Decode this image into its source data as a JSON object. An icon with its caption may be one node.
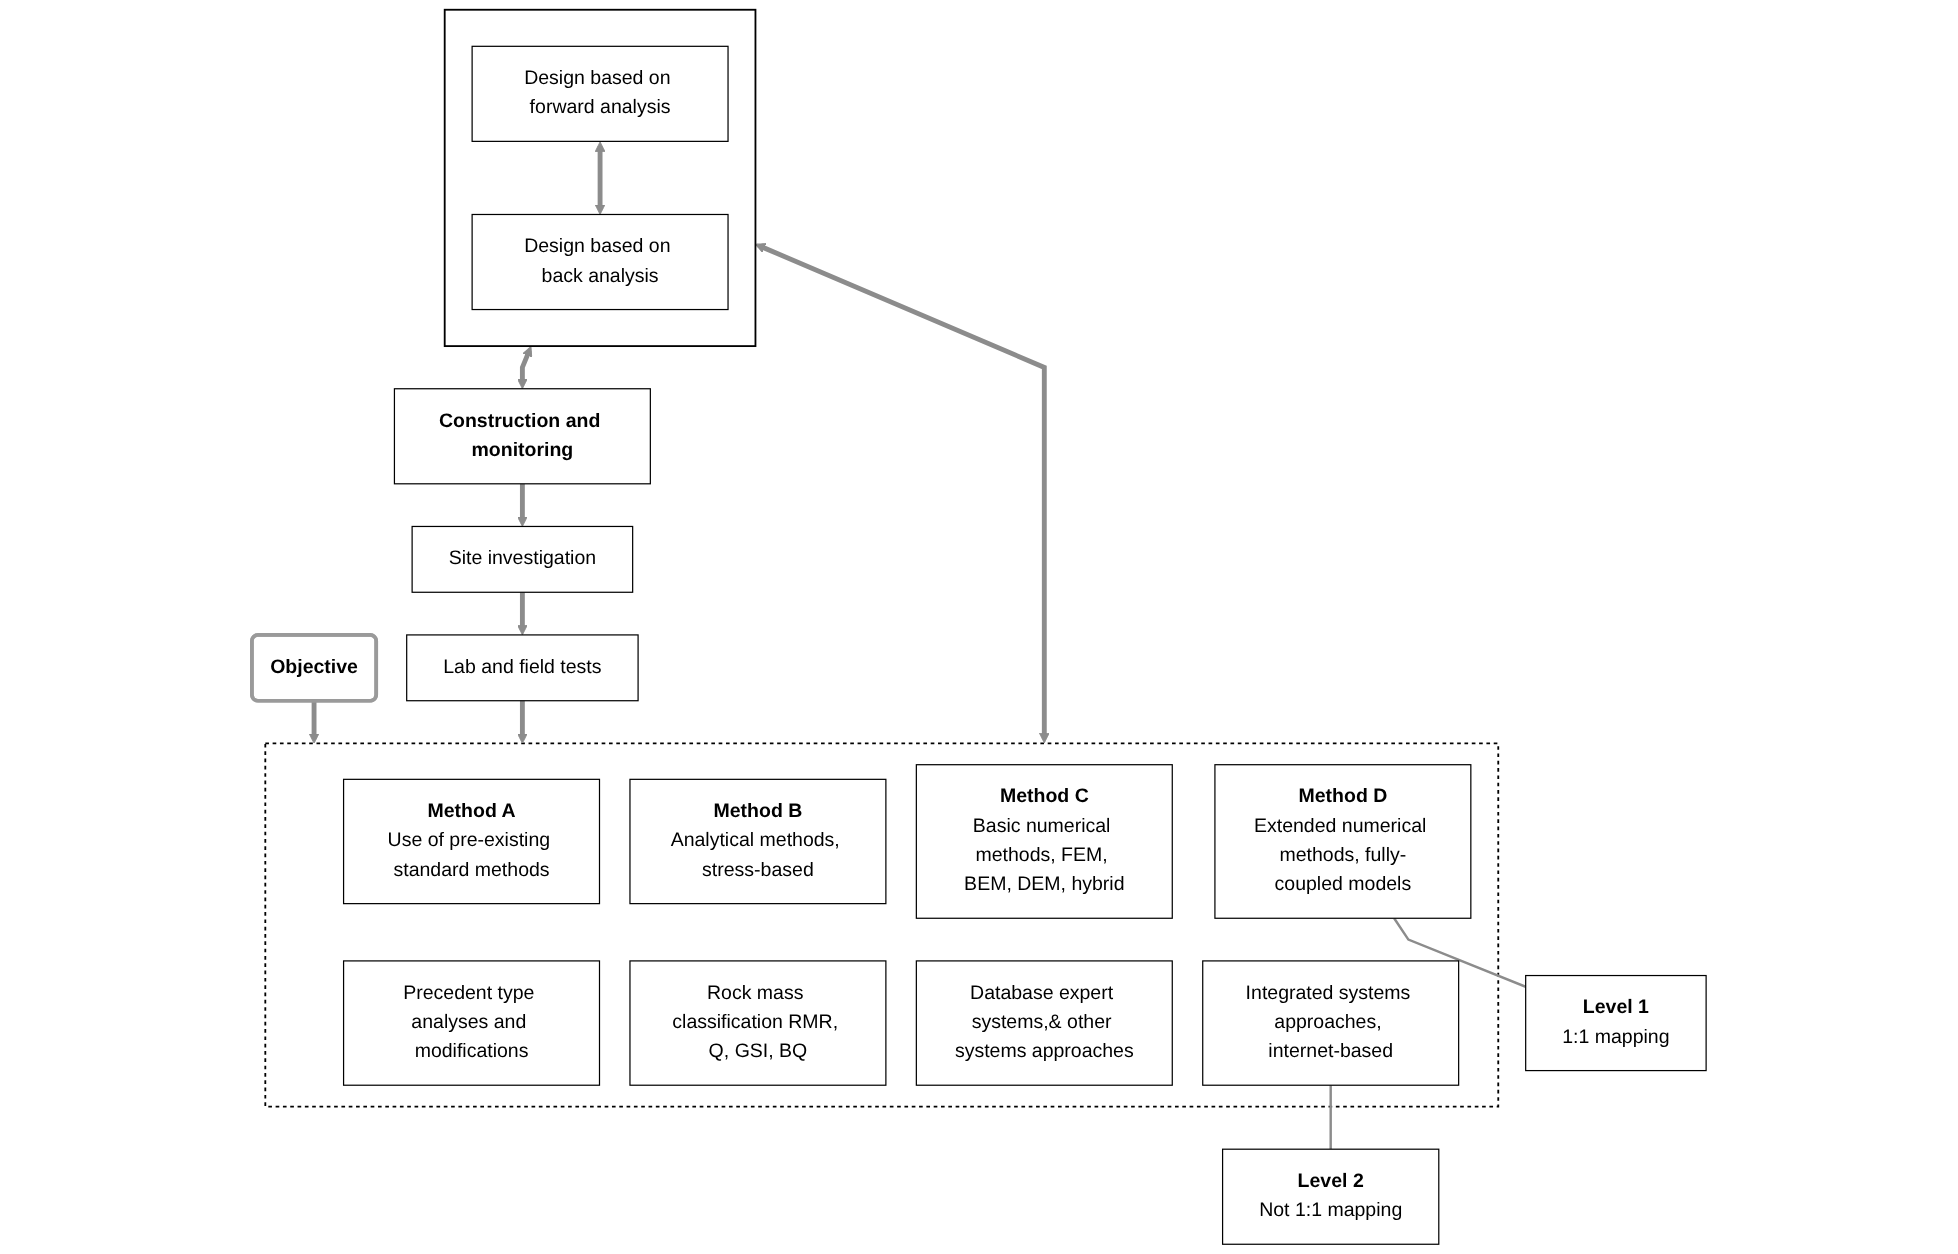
{
  "diagram": {
    "nodes": [
      {
        "text": [
          "Objective"
        ]
      },
      {
        "text": [],
        "shape": "box"
      },
      {
        "text": [
          "Method A",
          "Use of pre-existing standard methods"
        ],
        "in": 1
      },
      {
        "text": [
          "Method B",
          "Analytical methods, stress-based"
        ],
        "in": 1
      },
      {
        "text": [
          "Method C",
          "Basic numerical methods, FEM, BEM, DEM, hybrid"
        ],
        "in": 1
      },
      {
        "text": [
          "Method D",
          "Extended numerical methods, fully-coupled models"
        ],
        "in": 1
      },
      {
        "text": [
          "Precedent type analyses and modifications"
        ],
        "in": 1
      },
      {
        "text": [
          "Rock mass classification RMR, Q, GSI, BQ"
        ],
        "in": 1
      },
      {
        "text": [
          "Database expert systems,& other systems approaches"
        ],
        "in": 1
      },
      {
        "text": [
          "Integrated systems approaches, internet-based"
        ],
        "in": 1
      },
      {
        "text": [
          "Level 1",
          "1:1 mapping"
        ]
      },
      {
        "text": [
          "Level 2",
          "Not 1:1 mapping"
        ]
      },
      {
        "text": [
          "Site investigation"
        ]
      },
      {
        "text": [
          "Lab and field tests"
        ]
      },
      {
        "text": [],
        "shape": "box"
      },
      {
        "text": [
          "Design based on forward analysis"
        ],
        "in": 14
      },
      {
        "text": [
          "Design based on back analysis"
        ],
        "in": 14
      },
      {
        "text": [
          "Construction and monitoring"
        ]
      }
    ],
    "edges": [
      {
        "from": 0,
        "to": 1,
        "arrow": "to"
      },
      {
        "from": 12,
        "to": 13,
        "arrow": "to"
      },
      {
        "from": 13,
        "to": 1,
        "arrow": "to"
      },
      {
        "from": 5,
        "to": 10,
        "arrow": "none"
      },
      {
        "from": 9,
        "to": 11,
        "arrow": "none"
      },
      {
        "from": 1,
        "to": 14,
        "arrow": "both"
      },
      {
        "from": 15,
        "to": 16,
        "arrow": "both"
      },
      {
        "from": 14,
        "to": 17,
        "arrow": "both"
      },
      {
        "from": 17,
        "to": 12,
        "arrow": "to"
      }
    ]
  }
}
